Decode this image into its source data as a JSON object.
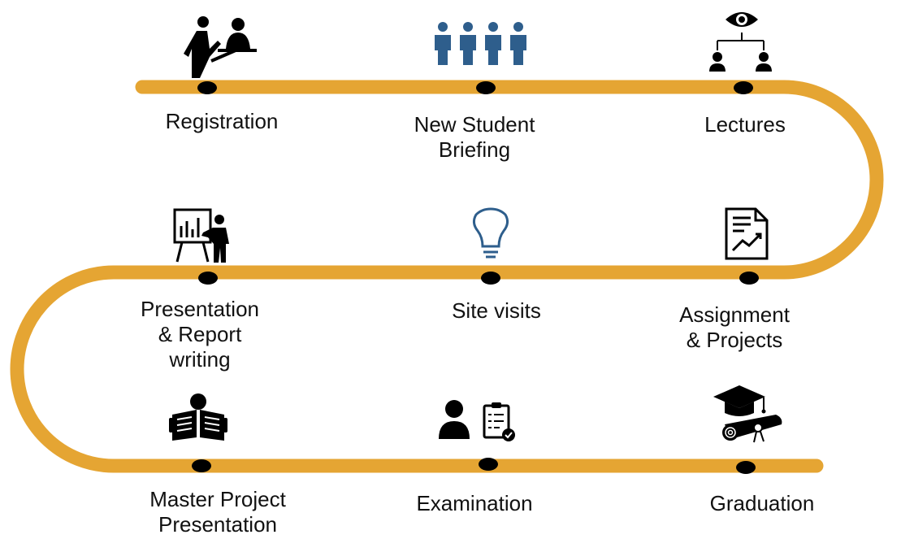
{
  "colors": {
    "track": "#E5A533",
    "node": "#000000",
    "icon_dark": "#000000",
    "icon_blue": "#2E5E8C"
  },
  "steps": [
    {
      "label": "Registration",
      "icon": "registration-desk-icon"
    },
    {
      "label": "New Student\nBriefing",
      "icon": "group-of-students-icon"
    },
    {
      "label": "Lectures",
      "icon": "hierarchy-eye-icon"
    },
    {
      "label": "Assignment\n& Projects",
      "icon": "report-chart-document-icon"
    },
    {
      "label": "Site visits",
      "icon": "lightbulb-icon"
    },
    {
      "label": "Presentation\n& Report\nwriting",
      "icon": "presenter-board-icon"
    },
    {
      "label": "Master Project\nPresentation",
      "icon": "reading-newspaper-icon"
    },
    {
      "label": "Examination",
      "icon": "person-clipboard-check-icon"
    },
    {
      "label": "Graduation",
      "icon": "graduation-cap-diploma-icon"
    }
  ]
}
